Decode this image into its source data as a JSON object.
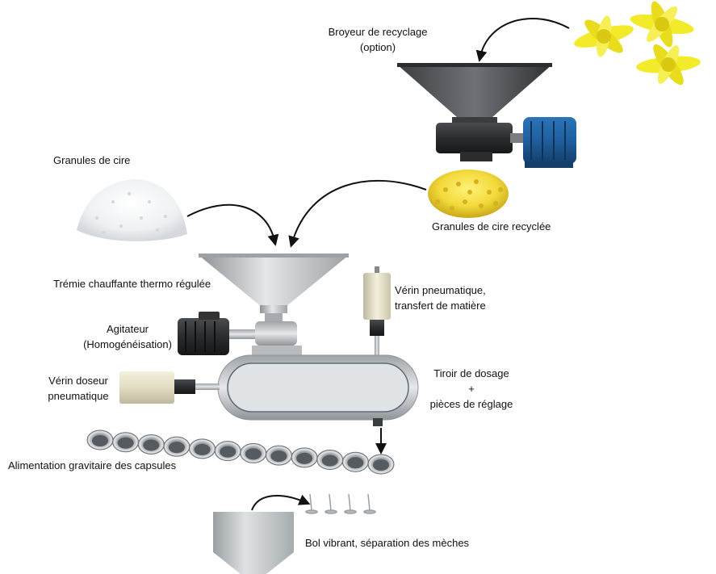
{
  "labels": {
    "recycling_grinder": {
      "line1": "Broyeur de recyclage",
      "line2": "(option)"
    },
    "wax_granules": "Granules de cire",
    "recycled_granules": "Granules de cire recyclée",
    "hopper": "Trémie chauffante thermo  régulée",
    "pneumatic_cylinder": {
      "line1": "Vérin pneumatique,",
      "line2": "transfert de matière"
    },
    "agitator": {
      "line1": "Agitateur",
      "line2": "(Homogénéisation)"
    },
    "dosing_cylinder": {
      "line1": "Vérin doseur",
      "line2": "pneumatique"
    },
    "dosing_drawer": {
      "line1": "Tiroir de dosage",
      "line2": "+",
      "line3": "pièces de réglage"
    },
    "capsule_feed": "Alimentation gravitaire des capsules",
    "vibrating_bowl": "Bol vibrant, séparation des mèches"
  },
  "colors": {
    "steel": "#b8bcbf",
    "motor_blue": "#1f5f9e",
    "wax_yellow": "#f2d93a",
    "wax_white": "#f1f3f5",
    "flower_yellow": "#f3ea2a"
  }
}
